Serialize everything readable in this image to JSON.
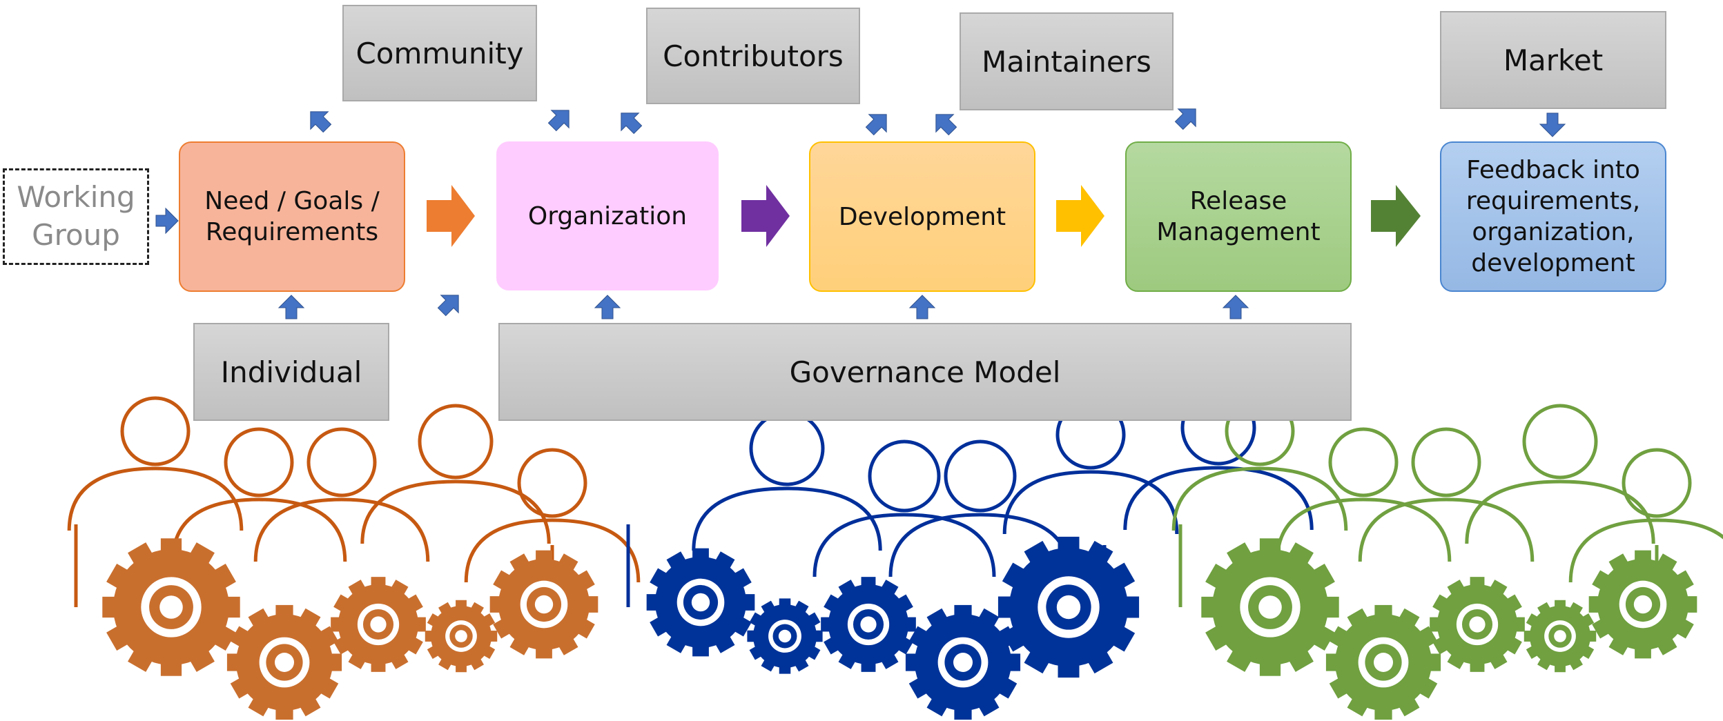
{
  "working_group": "Working\nGroup",
  "process": {
    "need": "Need / Goals /\nRequirements",
    "organization": "Organization",
    "development": "Development",
    "release": "Release\nManagement",
    "feedback": "Feedback into\nrequirements,\norganization,\ndevelopment"
  },
  "actors": {
    "community": "Community",
    "contributors": "Contributors",
    "maintainers": "Maintainers",
    "market": "Market",
    "individual": "Individual",
    "governance": "Governance Model"
  },
  "colors": {
    "need_fill": "#f7b49a",
    "need_border": "#ed7d31",
    "org_fill": "#ffccff",
    "dev_fill": "#ffd580",
    "dev_border": "#ffc000",
    "release_fill": "#a9d18e",
    "release_border": "#70ad47",
    "feedback_fill": "#a4c2e8",
    "feedback_border": "#4a86d0",
    "small_arrow": "#4472c4",
    "arrow_orange": "#ed7d31",
    "arrow_purple": "#7030a0",
    "arrow_yellow": "#ffc000",
    "arrow_green": "#548235",
    "people_orange": "#c65911",
    "people_blue": "#002f9a",
    "people_green": "#70a040",
    "gears_orange": "#c96f2e",
    "gears_blue": "#003399",
    "gears_green": "#70a040"
  }
}
